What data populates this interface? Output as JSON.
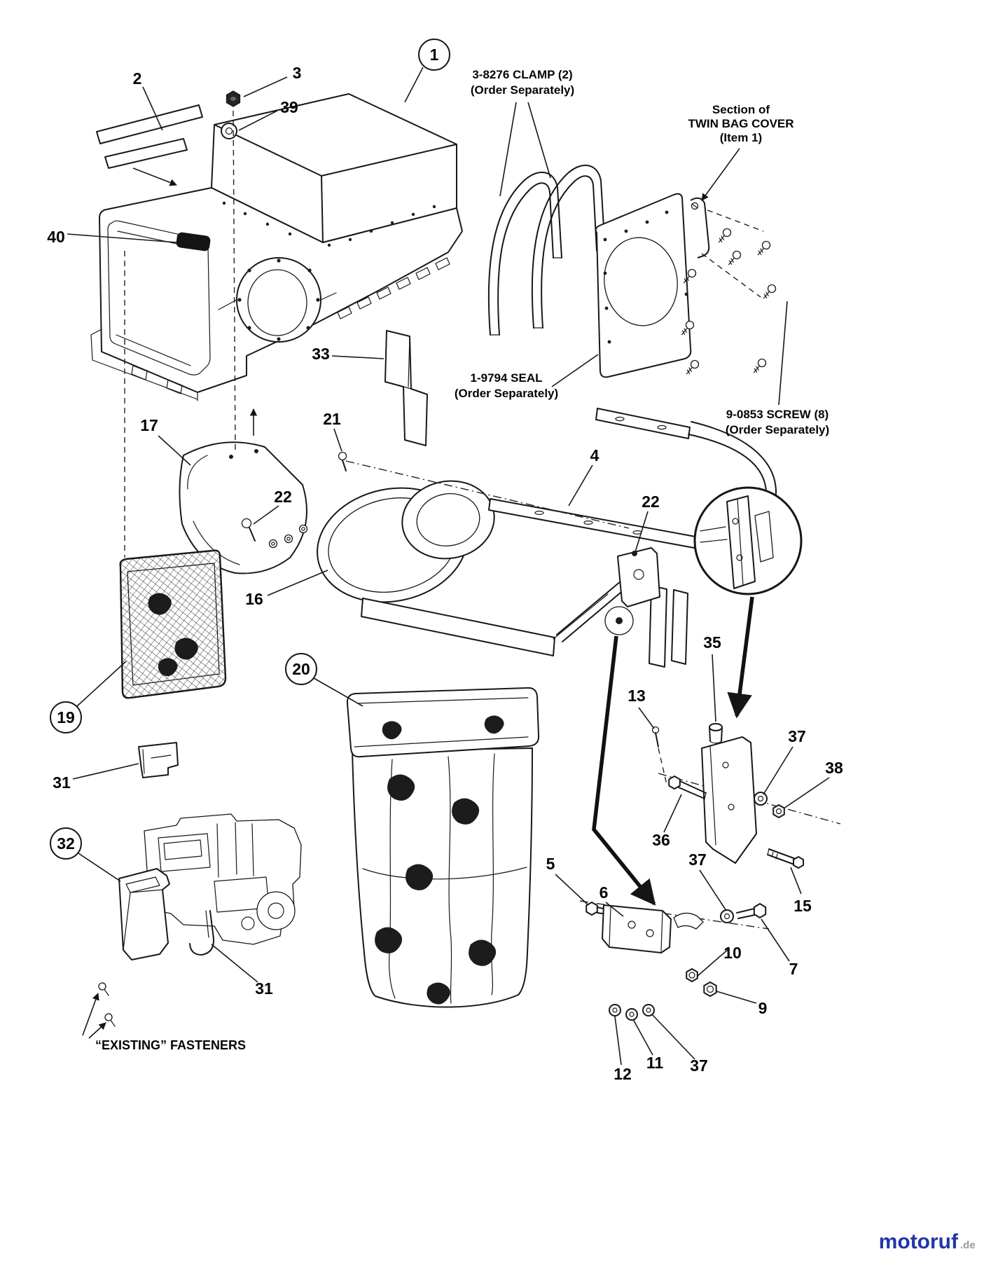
{
  "notes": {
    "clamp": {
      "line1": "3-8276 CLAMP (2)",
      "line2": "(Order Separately)"
    },
    "section": {
      "line1": "Section of",
      "line2": "TWIN BAG COVER",
      "line3": "(Item 1)"
    },
    "seal": {
      "line1": "1-9794 SEAL",
      "line2": "(Order Separately)"
    },
    "screw": {
      "line1": "9-0853 SCREW (8)",
      "line2": "(Order Separately)"
    },
    "existing_fasteners": "“EXISTING” FASTENERS"
  },
  "callouts": {
    "circled": [
      {
        "label": "1"
      },
      {
        "label": "19"
      },
      {
        "label": "20"
      },
      {
        "label": "32"
      }
    ],
    "plain": [
      {
        "label": "2"
      },
      {
        "label": "3"
      },
      {
        "label": "39"
      },
      {
        "label": "40"
      },
      {
        "label": "33"
      },
      {
        "label": "17"
      },
      {
        "label": "21"
      },
      {
        "label": "22"
      },
      {
        "label": "16"
      },
      {
        "label": "4"
      },
      {
        "label": "22"
      },
      {
        "label": "31"
      },
      {
        "label": "31"
      },
      {
        "label": "35"
      },
      {
        "label": "13"
      },
      {
        "label": "37"
      },
      {
        "label": "38"
      },
      {
        "label": "36"
      },
      {
        "label": "15"
      },
      {
        "label": "5"
      },
      {
        "label": "6"
      },
      {
        "label": "37"
      },
      {
        "label": "10"
      },
      {
        "label": "7"
      },
      {
        "label": "9"
      },
      {
        "label": "12"
      },
      {
        "label": "11"
      },
      {
        "label": "37"
      }
    ]
  },
  "watermark": {
    "brand": "motoruf",
    "suffix": ".de"
  },
  "colors": {
    "line": "#181818",
    "brand_blue": "#2136a8",
    "suffix_gray": "#9a9a9a"
  }
}
